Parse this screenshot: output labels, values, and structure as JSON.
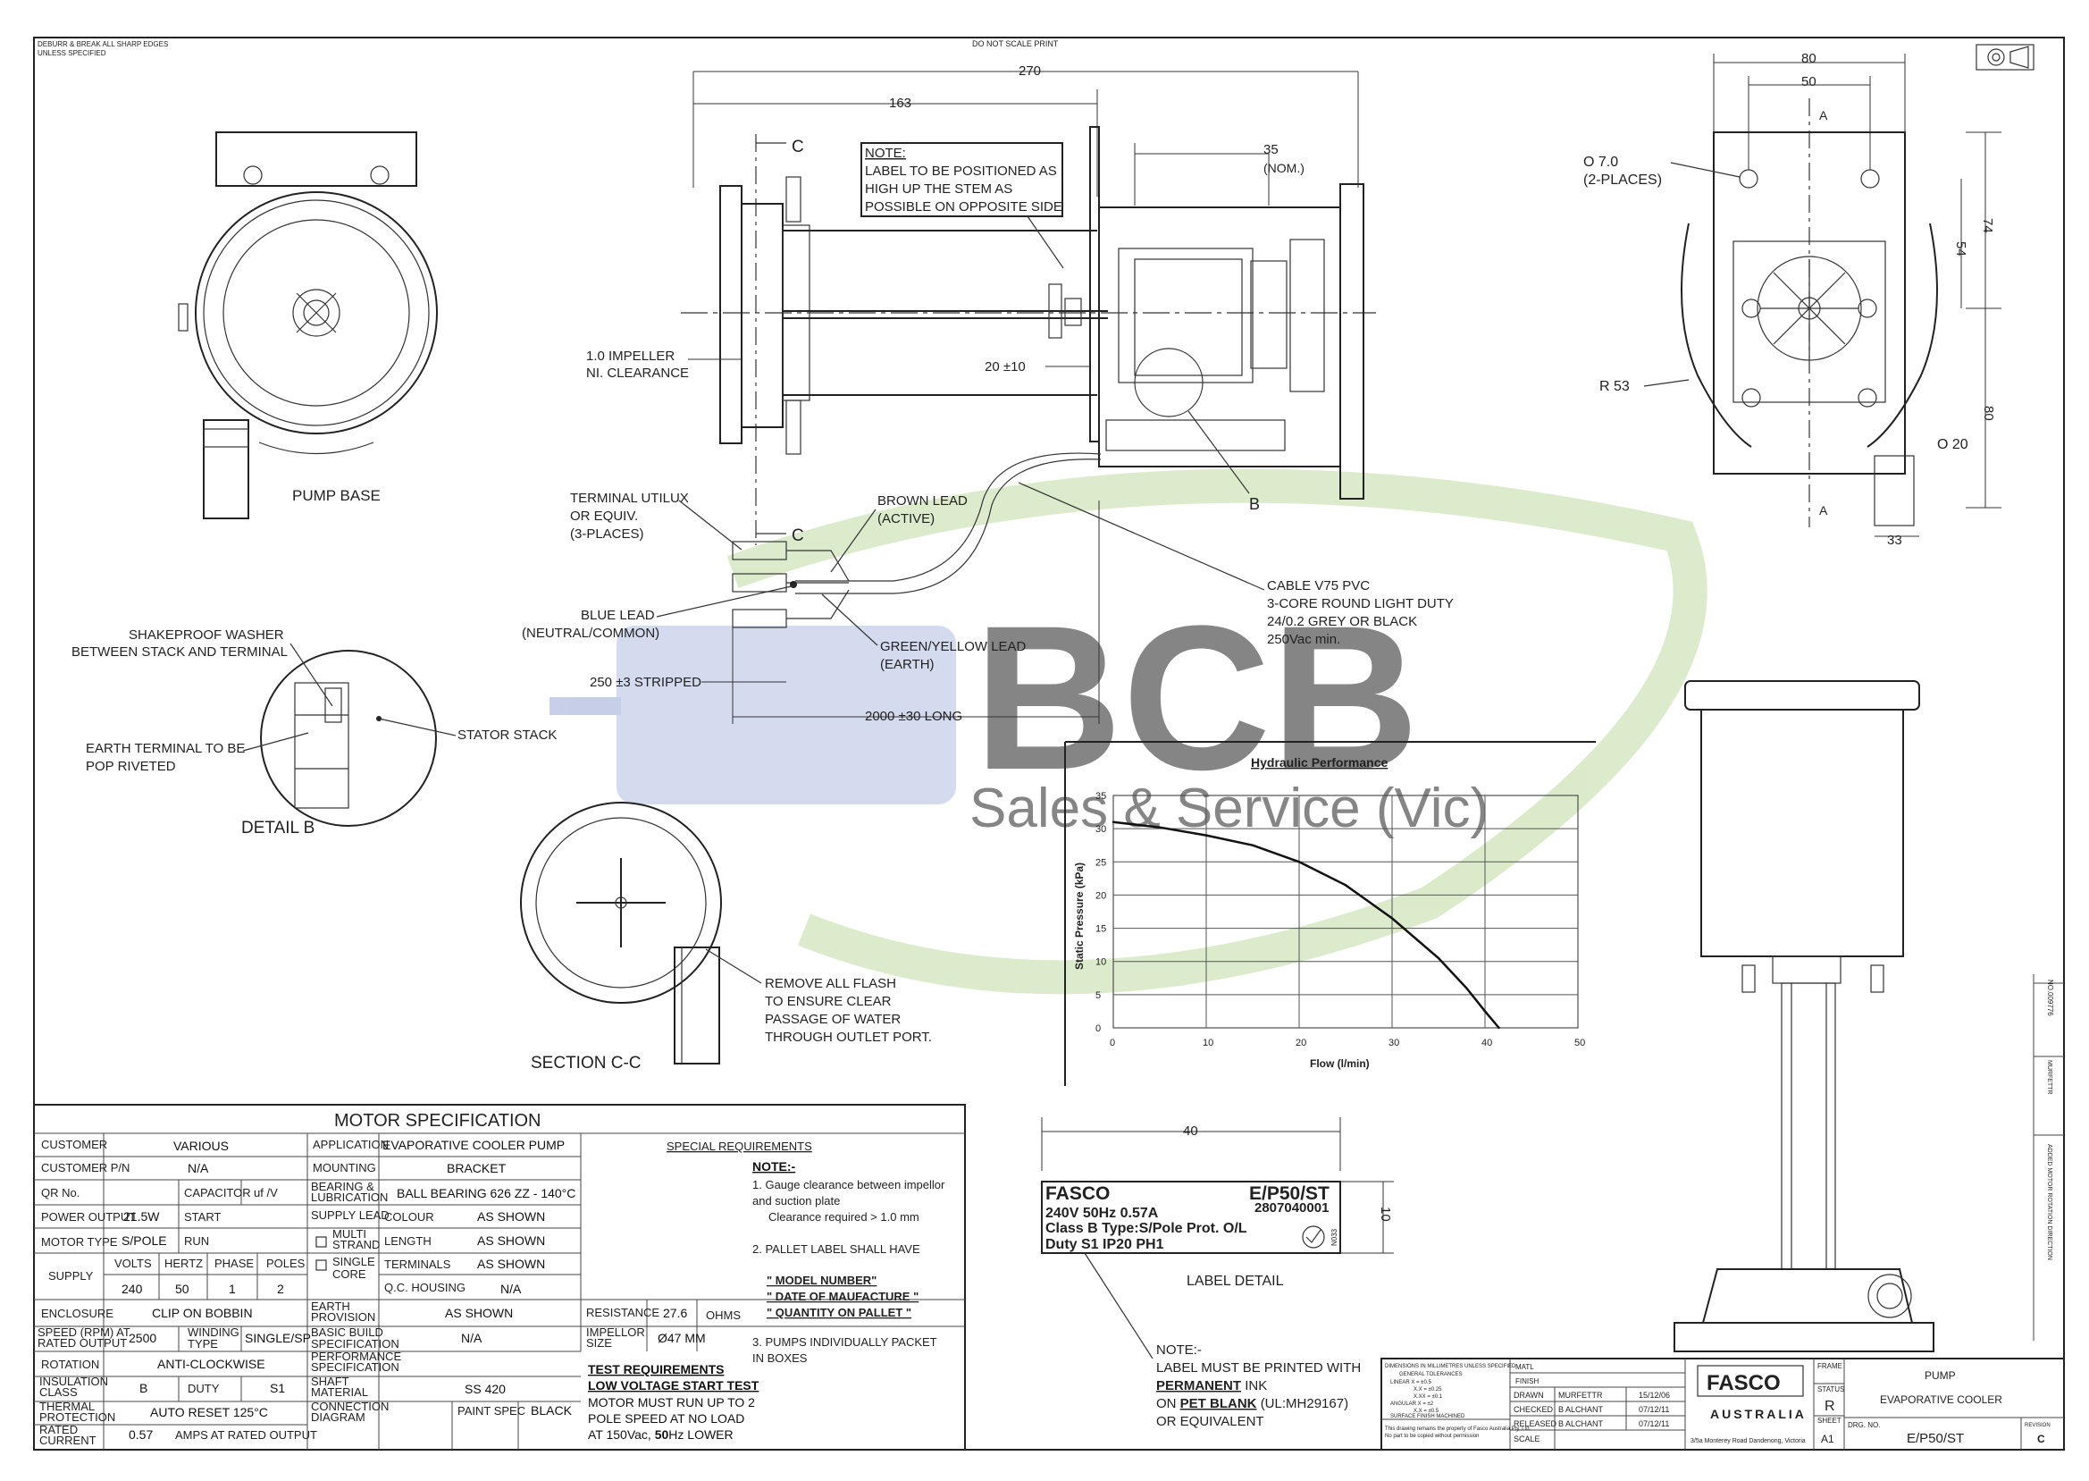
{
  "header": {
    "deburr_note": "DEBURR & BREAK ALL SHARP EDGES",
    "deburr_note2": "UNLESS SPECIFIED",
    "do_not_scale": "DO NOT SCALE PRINT"
  },
  "dims_side": {
    "d270": "270",
    "d163": "163",
    "d35": "35",
    "nom": "(NOM.)",
    "d20": "20 ±10",
    "impeller1": "1.0 IMPELLER",
    "impeller2": "NI. CLEARANCE",
    "sectionC": "C",
    "pointB": "B",
    "note_title": "NOTE:",
    "note_l1": "LABEL TO BE POSITIONED AS",
    "note_l2": "HIGH UP THE STEM AS",
    "note_l3": "POSSIBLE ON OPPOSITE SIDE"
  },
  "leads": {
    "terminal1": "TERMINAL UTILUX",
    "terminal2": "OR EQUIV.",
    "terminal3": "(3-PLACES)",
    "brown1": "BROWN LEAD",
    "brown2": "(ACTIVE)",
    "blue1": "BLUE LEAD",
    "blue2": "(NEUTRAL/COMMON)",
    "green1": "GREEN/YELLOW LEAD",
    "green2": "(EARTH)",
    "cable1": "CABLE V75 PVC",
    "cable2": "3-CORE ROUND LIGHT DUTY",
    "cable3": "24/0.2 GREY OR BLACK",
    "cable4": "250Vac min.",
    "stripped": "250 ±3 STRIPPED",
    "long": "2000 ±30 LONG"
  },
  "views": {
    "pump_base": "PUMP BASE",
    "shakeproof1": "SHAKEPROOF WASHER",
    "shakeproof2": "BETWEEN STACK AND TERMINAL",
    "earth1": "EARTH TERMINAL TO BE",
    "earth2": "POP RIVETED",
    "stator": "STATOR STACK",
    "detail_b": "DETAIL B",
    "section_cc": "SECTION C-C",
    "flash1": "REMOVE ALL FLASH",
    "flash2": "TO ENSURE CLEAR",
    "flash3": "PASSAGE OF WATER",
    "flash4": "THROUGH OUTLET PORT."
  },
  "dims_front": {
    "d80": "80",
    "d50": "50",
    "a": "A",
    "hole1": "O 7.0",
    "hole2": "(2-PLACES)",
    "d74": "74",
    "d54": "54",
    "r53": "R 53",
    "d80v": "80",
    "o20": "O 20",
    "d33": "33"
  },
  "watermark": {
    "brand": "BCB",
    "tagline": "Sales & Service (Vic)"
  },
  "chart_data": {
    "type": "line",
    "title": "Hydraulic Performance",
    "xlabel": "Flow (l/min)",
    "ylabel": "Static Pressure (kPa)",
    "xlim": [
      0,
      50
    ],
    "ylim": [
      0,
      35
    ],
    "xticks": [
      "0",
      "10",
      "20",
      "30",
      "40",
      "50"
    ],
    "yticks": [
      "0",
      "5",
      "10",
      "15",
      "20",
      "25",
      "30",
      "35"
    ],
    "grid": true,
    "x": [
      0,
      5,
      10,
      15,
      20,
      25,
      30,
      35,
      38,
      40,
      41.5
    ],
    "values": [
      31,
      30.2,
      29,
      27.5,
      25,
      21.5,
      16.5,
      10.5,
      6,
      2.5,
      0
    ]
  },
  "motor_spec": {
    "title": "MOTOR SPECIFICATION",
    "rows": {
      "customer": "CUSTOMER",
      "customer_v": "VARIOUS",
      "customer_pn": "CUSTOMER P/N",
      "customer_pn_v": "N/A",
      "qr": "QR No.",
      "capacitor": "CAPACITOR",
      "cap_unit": "uf /V",
      "power": "POWER OUTPUT",
      "power_v": "21.5W",
      "start": "START",
      "motor_type": "MOTOR TYPE",
      "motor_type_v": "S/POLE",
      "run": "RUN",
      "supply": "SUPPLY",
      "volts": "VOLTS",
      "hertz": "HERTZ",
      "phase": "PHASE",
      "poles": "POLES",
      "volts_v": "240",
      "hertz_v": "50",
      "phase_v": "1",
      "poles_v": "2",
      "enclosure": "ENCLOSURE",
      "enclosure_v": "CLIP ON BOBBIN",
      "speed1": "SPEED (RPM) AT",
      "speed2": "RATED OUTPUT",
      "speed_v": "2500",
      "winding1": "WINDING",
      "winding2": "TYPE",
      "winding_v": "SINGLE/SP",
      "rotation": "ROTATION",
      "rotation_v": "ANTI-CLOCKWISE",
      "insulation1": "INSULATION",
      "insulation2": "CLASS",
      "insulation_v": "B",
      "duty": "DUTY",
      "duty_v": "S1",
      "thermal1": "THERMAL",
      "thermal2": "PROTECTION",
      "thermal_v": "AUTO RESET 125°C",
      "rated1": "RATED",
      "rated2": "CURRENT",
      "rated_v": "0.57",
      "rated_unit": "AMPS AT RATED OUTPUT",
      "application": "APPLICATION",
      "application_v": "EVAPORATIVE COOLER PUMP",
      "mounting": "MOUNTING",
      "mounting_v": "BRACKET",
      "bearing1": "BEARING &",
      "bearing2": "LUBRICATION",
      "bearing_v": "BALL BEARING 626 ZZ - 140°C",
      "supply_lead": "SUPPLY LEAD",
      "colour": "COLOUR",
      "colour_v": "AS SHOWN",
      "multi1": "MULTI",
      "multi2": "STRAND",
      "length": "LENGTH",
      "length_v": "AS SHOWN",
      "single1": "SINGLE",
      "single2": "CORE",
      "terminals": "TERMINALS",
      "terminals_v": "AS SHOWN",
      "qc": "Q.C. HOUSING",
      "qc_v": "N/A",
      "earth_prov1": "EARTH",
      "earth_prov2": "PROVISION",
      "earth_prov_v": "AS SHOWN",
      "resistance": "RESISTANCE",
      "resistance_v": "27.6",
      "ohms": "OHMS",
      "basic1": "BASIC BUILD",
      "basic2": "SPECIFICATION",
      "basic_v": "N/A",
      "impeller_size1": "IMPELLOR",
      "impeller_size2": "SIZE",
      "impeller_size_v": "Ø47 MM",
      "perf1": "PERFORMANCE",
      "perf2": "SPECIFICATION",
      "shaft1": "SHAFT",
      "shaft2": "MATERIAL",
      "shaft_v": "SS 420",
      "conn1": "CONNECTION",
      "conn2": "DIAGRAM",
      "paint": "PAINT SPEC",
      "paint_v": "BLACK"
    },
    "special": {
      "title": "SPECIAL REQUIREMENTS",
      "note": "NOTE:-",
      "n1a": "1. Gauge clearance between impellor",
      "n1b": "and suction plate",
      "n1c": "Clearance required > 1.0 mm",
      "n2": "2. PALLET LABEL SHALL HAVE",
      "q1": "\" MODEL NUMBER\"",
      "q2": "\" DATE OF MAUFACTURE \"",
      "q3": "\" QUANTITY ON PALLET \"",
      "n3a": "3. PUMPS INDIVIDUALLY PACKET",
      "n3b": "IN BOXES",
      "test_title": "TEST REQUIREMENTS",
      "test_sub": "LOW VOLTAGE START TEST",
      "test1": "MOTOR MUST RUN UP TO 2",
      "test2": "POLE SPEED AT NO LOAD",
      "test3a": "AT 150Vac,",
      "test3b": "50",
      "test3c": "Hz LOWER"
    }
  },
  "label": {
    "dim40": "40",
    "dim10": "10",
    "brand": "FASCO",
    "model": "E/P50/ST",
    "line1": "240V 50Hz  0.57A",
    "serial": "2807040001",
    "line2": "Class B Type:S/Pole Prot. O/L",
    "line3": "Duty S1 IP20 PH1",
    "n033": "N033",
    "caption": "LABEL DETAIL",
    "note0": "NOTE:-",
    "note1": "LABEL MUST BE PRINTED WITH",
    "note2a": "PERMANENT",
    "note2b": "INK",
    "note3a": "ON",
    "note3b": "PET BLANK",
    "note3c": "(UL:MH29167)",
    "note4": "OR EQUIVALENT"
  },
  "title_block": {
    "matl": "MATL",
    "finish": "FINISH",
    "drawn": "DRAWN",
    "drawn_v": "MURFETTR",
    "drawn_d": "15/12/06",
    "checked": "CHECKED",
    "checked_v": "B ALCHANT",
    "checked_d": "07/12/11",
    "released": "RELEASED",
    "released_v": "B ALCHANT",
    "released_d": "07/12/11",
    "scale": "SCALE",
    "company": "FASCO",
    "country": "AUSTRALIA",
    "address": "3/5a Monterey Road Dandenong, Victoria",
    "frame": "FRAME",
    "status": "STATUS",
    "status_v": "R",
    "sheet": "SHEET",
    "sheet_v": "A1",
    "title1": "PUMP",
    "title2": "EVAPORATIVE COOLER",
    "dwg": "DRG. NO.",
    "dwg_v": "E/P50/ST",
    "rev": "REVISION",
    "rev_v": "C",
    "tol1": "DIMENSIONS IN MILLIMETRES UNLESS SPECIFIED",
    "tol2": "GENERAL TOLERANCES",
    "tol3": "LINEAR   X = ±0.5",
    "tol4": "X.X = ±0.25",
    "tol5": "X.XX = ±0.1",
    "tol6": "ANGULAR  X = ±2",
    "tol7": "X.X = ±0.5",
    "tol8": "SURFACE FINISH    MACHINED",
    "copy1": "This drawing remains the property of Fasco Australia Pty. Ltd.",
    "copy2": "No part to be copied without permission"
  },
  "revisions": {
    "rev1": "ADDED MOTOR ROTATION DIRECTION",
    "rev1_by": "MURFETTR",
    "rev1_no": "NO.",
    "rev2": "009776"
  }
}
